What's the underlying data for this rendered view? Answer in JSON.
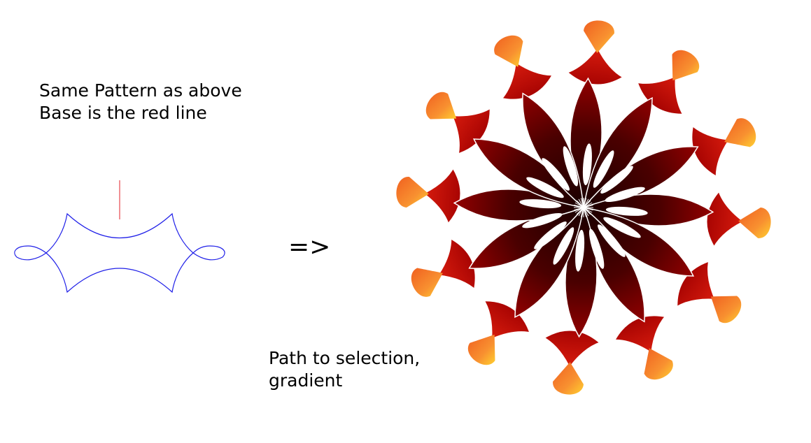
{
  "left_caption": {
    "line1": "Same Pattern as above",
    "line2": "Base is the red line"
  },
  "arrow": "=>",
  "right_caption": {
    "line1": "Path to selection,",
    "line2": "gradient"
  },
  "colors": {
    "base_line": "#e0202a",
    "pattern_path": "#2020e8",
    "petal_dark": "#1a0000",
    "petal_edge": "#8e0000",
    "ring_red": "#c00000",
    "drop_orange": "#f06a20",
    "drop_yellow": "#ffd030"
  },
  "mandala": {
    "outer_drops": 12,
    "petals": 12,
    "inner_slits": 16
  }
}
